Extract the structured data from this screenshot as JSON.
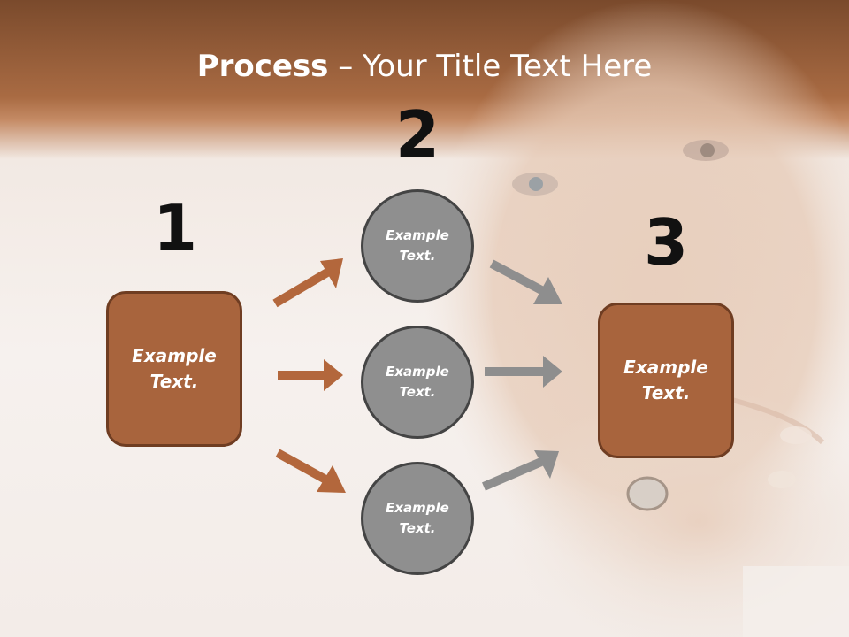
{
  "title": {
    "bold": "Process",
    "rest": " – Your Title Text Here"
  },
  "steps": {
    "one": "1",
    "two": "2",
    "three": "3"
  },
  "left_box": {
    "line1": "Example",
    "line2": "Text."
  },
  "right_box": {
    "line1": "Example",
    "line2": "Text."
  },
  "circles": [
    {
      "line1": "Example",
      "line2": "Text."
    },
    {
      "line1": "Example",
      "line2": "Text."
    },
    {
      "line1": "Example",
      "line2": "Text."
    }
  ],
  "colors": {
    "brown": "#a8643d",
    "brown_dark": "#6f3d22",
    "gray": "#8f8f8f",
    "arrow_brown": "#b3673c",
    "arrow_gray": "#8e8e8e"
  }
}
